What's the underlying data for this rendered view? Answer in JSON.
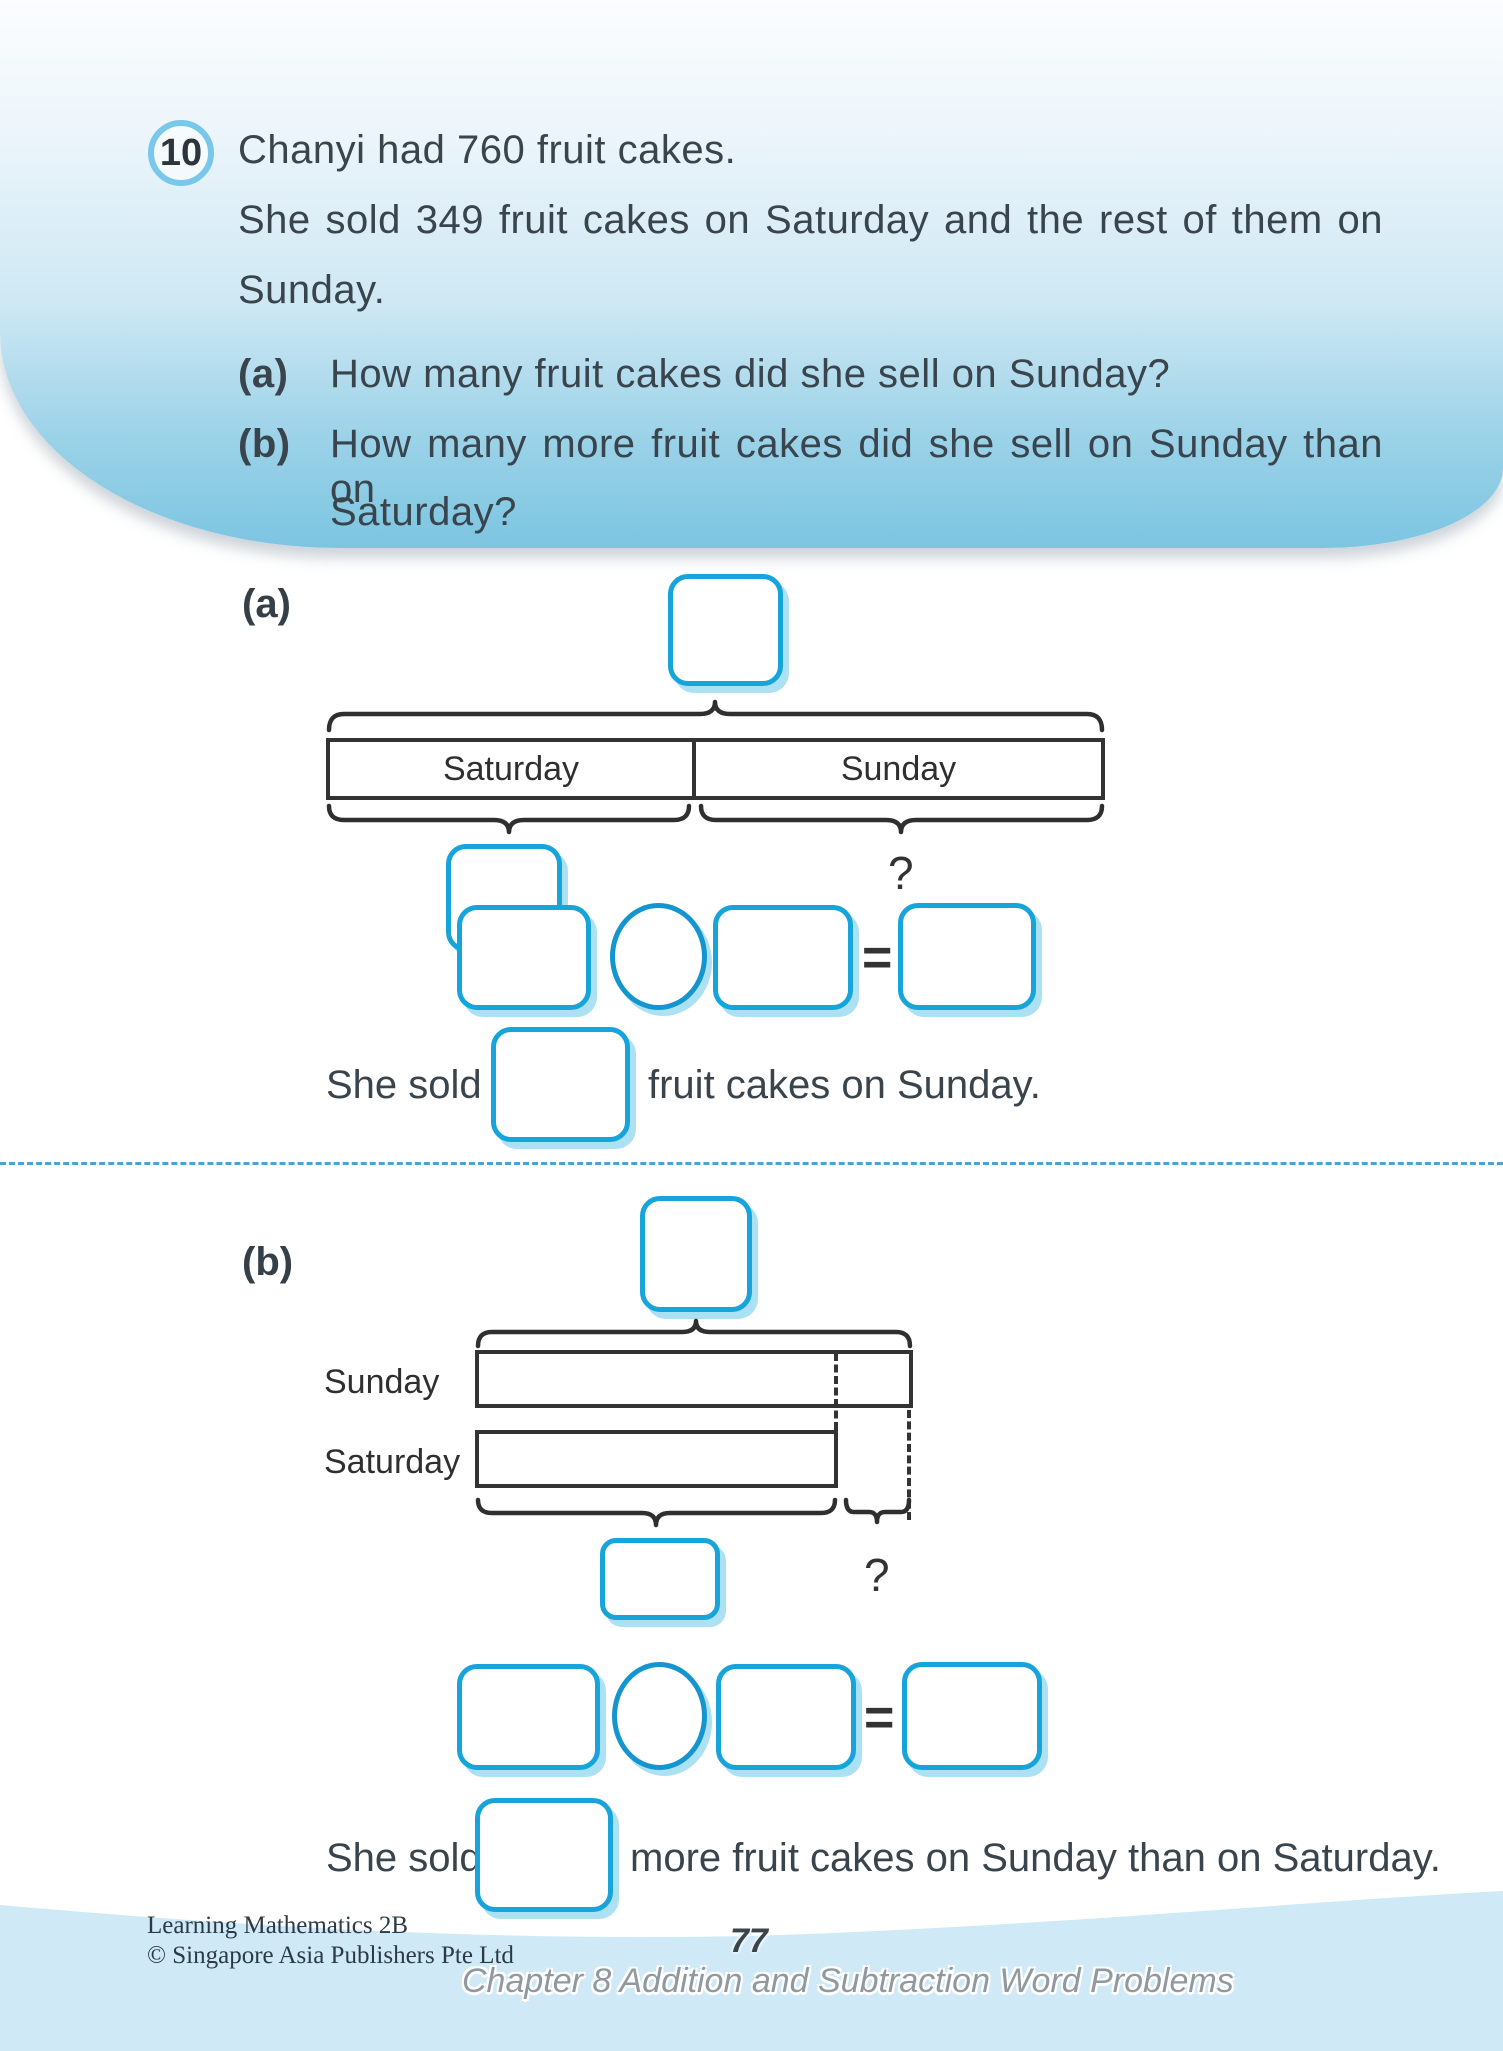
{
  "problem": {
    "number": "10",
    "line1": "Chanyi had 760 fruit cakes.",
    "line2": "She sold 349 fruit cakes on Saturday and the rest of them on",
    "line3": "Sunday.",
    "part_a_label": "(a)",
    "part_a_q": "How many fruit cakes did she sell on Sunday?",
    "part_b_label": "(b)",
    "part_b_q1": "How many more fruit cakes did she sell on Sunday than on",
    "part_b_q2": "Saturday?"
  },
  "part_a": {
    "label": "(a)",
    "saturday": "Saturday",
    "sunday": "Sunday",
    "qmark": "?",
    "equals": "=",
    "answer_prefix": "She sold",
    "answer_suffix": "fruit cakes on Sunday."
  },
  "part_b": {
    "label": "(b)",
    "sunday": "Sunday",
    "saturday": "Saturday",
    "qmark": "?",
    "equals": "=",
    "answer_prefix": "She sold",
    "answer_suffix": "more fruit cakes on Sunday than on Saturday."
  },
  "footer": {
    "book": "Learning Mathematics 2B",
    "copyright": "© Singapore Asia Publishers Pte Ltd",
    "page": "77",
    "chapter": "Chapter 8  Addition and Subtraction Word Problems"
  },
  "colors": {
    "accent_cyan": "#16a4da",
    "box_shadow": "#ace1f4",
    "header_blue": "#7cc5e1",
    "footer_band": "#cfe9f7",
    "text_dark": "#39444c",
    "bar_stroke": "#333333",
    "divider_blue": "#4aa3d6"
  }
}
